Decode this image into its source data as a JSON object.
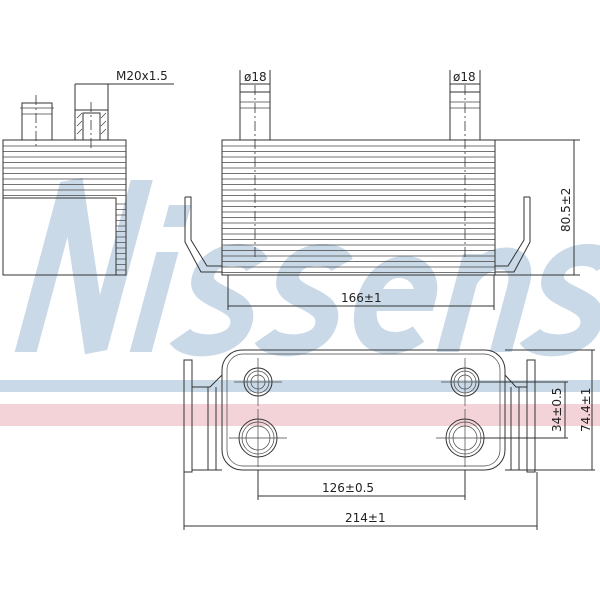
{
  "watermark": {
    "brand": "Nissens",
    "blue": "#c9d9e8",
    "pink": "#f1c9cf"
  },
  "dimensions": {
    "thread": "M20x1.5",
    "port_left_dia": "ø18",
    "port_right_dia": "ø18",
    "height": "80.5±2",
    "core_length": "166±1",
    "port_spacing_vertical": "34±0.5",
    "width": "74.4±1",
    "port_spacing_horizontal": "126±0.5",
    "overall_length": "214±1"
  }
}
